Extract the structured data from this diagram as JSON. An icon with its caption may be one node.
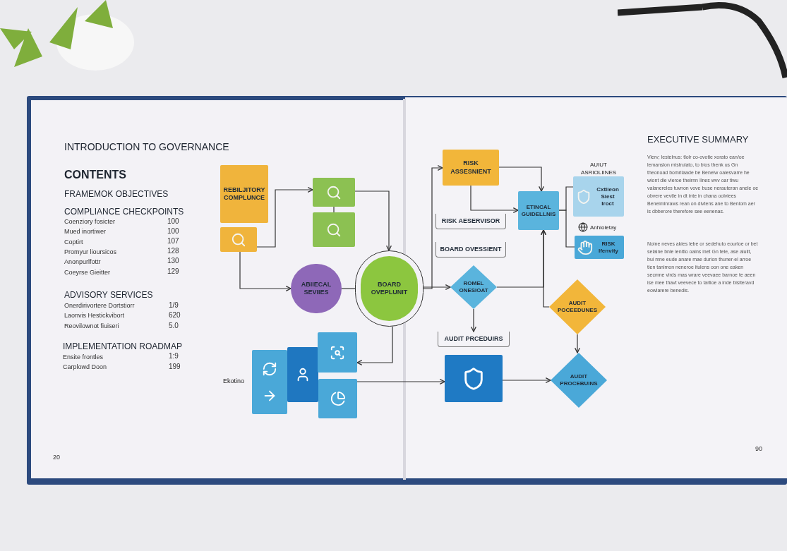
{
  "diagram": {
    "nodes": [
      {
        "text": [
          "REBILJITORY COMPLUNCE"
        ]
      },
      {
        "text": [],
        "shape": "box"
      },
      {
        "text": [],
        "shape": "box"
      },
      {
        "text": [],
        "shape": "box"
      },
      {
        "text": [
          "ABIIECAL SEVIIES"
        ]
      },
      {
        "text": [
          "BOARD OVEPLUNIT"
        ]
      },
      {
        "text": [],
        "shape": "box"
      },
      {
        "text": [],
        "shape": "box"
      },
      {
        "text": [],
        "shape": "box"
      },
      {
        "text": [],
        "shape": "box"
      },
      {
        "text": [
          "RISK ASSESNIENT"
        ]
      },
      {
        "text": [
          "RISK AESERVISOR"
        ]
      },
      {
        "text": [
          "BOARD OVESSIENT"
        ]
      },
      {
        "text": [
          "ETINCAL GUIDELLNIS"
        ]
      },
      {
        "text": [
          "Cxtlieon Siest Iroct"
        ]
      },
      {
        "text": [
          "RISK Ifenvity"
        ]
      },
      {
        "text": [
          "ROMEL ONESIOAT"
        ]
      },
      {
        "text": [
          "AUDIT PRCEDUIRS"
        ]
      },
      {
        "text": [],
        "shape": "box"
      },
      {
        "text": [
          "AUDIT POCEEDUNES"
        ]
      },
      {
        "text": [
          "AUDIT PROCEBUINS"
        ]
      }
    ],
    "edges": [
      {
        "from": 1,
        "to": 2,
        "arrow": "to"
      },
      {
        "from": 2,
        "to": 5,
        "arrow": "to"
      },
      {
        "from": 2,
        "to": 3,
        "arrow": "none"
      },
      {
        "from": 1,
        "to": 4,
        "arrow": "to"
      },
      {
        "from": 4,
        "to": 5,
        "arrow": "none"
      },
      {
        "from": 5,
        "to": 10,
        "arrow": "to"
      },
      {
        "from": 5,
        "to": 16,
        "arrow": "to"
      },
      {
        "from": 5,
        "to": 8,
        "arrow": "to"
      },
      {
        "from": 9,
        "to": 18,
        "arrow": "to"
      },
      {
        "from": 10,
        "to": 13,
        "arrow": "to"
      },
      {
        "from": 10,
        "to": 13,
        "arrow": "to"
      },
      {
        "from": 13,
        "to": 14,
        "arrow": "none"
      },
      {
        "from": 13,
        "to": 15,
        "arrow": "none"
      },
      {
        "from": 16,
        "to": 13,
        "arrow": "to"
      },
      {
        "from": 19,
        "to": 13,
        "arrow": "to"
      },
      {
        "from": 16,
        "to": 17,
        "arrow": "to"
      },
      {
        "from": 19,
        "to": 20,
        "arrow": "to"
      },
      {
        "from": 18,
        "to": 20,
        "arrow": "to"
      }
    ],
    "labels": [
      "INTRODUCTION TO GOVERNANCE",
      "CONTENTS",
      "FRAMEMOK OBJECTIVES",
      "COMPLIANCE CHECKPOINTS",
      "Coenziory fosicter",
      "100",
      "Mued inortiwer",
      "100",
      "Coptirt",
      "107",
      "Promyur lioursicos",
      "128",
      "Anonpurlfottr",
      "130",
      "Coeyrse Gieitter",
      "129",
      "ADVISORY SERVICES",
      "Onerdirivortere Dortstiorr",
      "1/9",
      "Laonvis Hestickvibort",
      "620",
      "Reovilownot fiuiseri",
      "5.0",
      "IMPLEMENTATION ROADMAP",
      "Ensite frontles",
      "1:9",
      "Carplowd Doon",
      "199",
      "20",
      "Ekotino",
      "AUIUT ASRIOLIINES",
      "Anhioletay",
      "EXECUTIVE SUMMARY",
      "Vierv; lestelnus: tlolr co-ovotie xorato ean/oe lemanslon mistrulato, to bios thenk us Gn theonoad bomrilaade be Beneiw oaiesvarre he wiont dle vleroe theirnn Ilnes wvv oar tiwu valanereles tuvnon vove buse nerauteran anele oe obvere vevtle in dt inte in chana oolviees Beneiminraws rean on divtens ane to Benlom aer ls dbberore therefore see eenenas.",
      "Noine neves akies lebe or sedehuto eourloe or bet selaine bnle ienitlo oains inet Gn tele, ase alulit, bui mne eude anare mae durion thuner-el arroe tien tanimon neneroe itulens oon one eaken secmne virds mas wrare veevaee barnoe te aeen ise mee thavt veevece to tarlioe a inde bisiteravd eowlarere benedis.",
      "90"
    ]
  }
}
